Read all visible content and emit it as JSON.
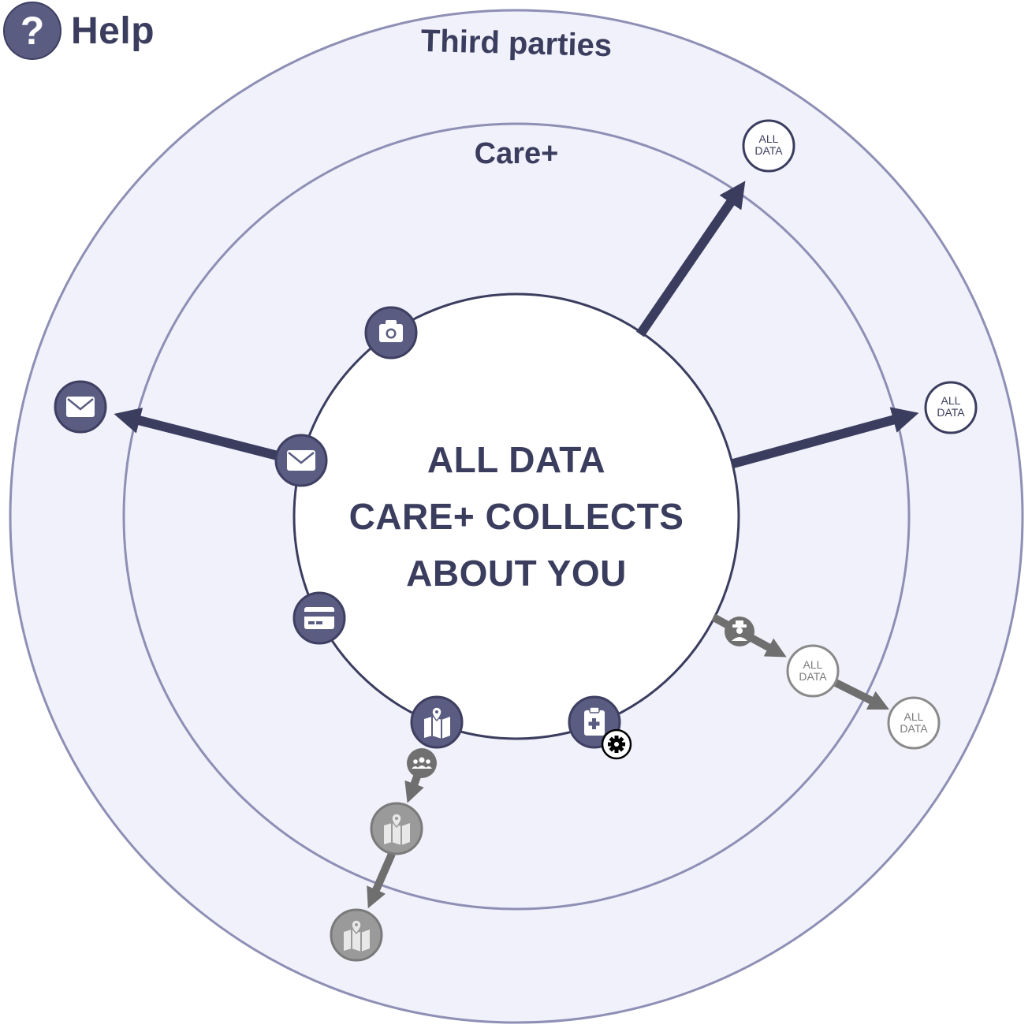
{
  "help": {
    "label": "Help",
    "icon": "question-mark-icon"
  },
  "rings": {
    "outer_label": "Third parties",
    "inner_label": "Care+"
  },
  "center": {
    "lines": [
      "ALL DATA",
      "CARE+ COLLECTS",
      "ABOUT YOU"
    ]
  },
  "nodes": {
    "all_data_top": {
      "line1": "ALL",
      "line2": "DATA"
    },
    "all_data_right": {
      "line1": "ALL",
      "line2": "DATA"
    },
    "all_data_gray_1": {
      "line1": "ALL",
      "line2": "DATA"
    },
    "all_data_gray_2": {
      "line1": "ALL",
      "line2": "DATA"
    }
  },
  "icons": [
    "camera-icon",
    "email-icon",
    "credit-card-icon",
    "map-icon",
    "medical-clipboard-icon",
    "settings-gear-icon",
    "spy-icon",
    "group-icon"
  ],
  "colors": {
    "primary": "#5a5c82",
    "dark": "#3b3d5e",
    "ring_fill": "#f1f1fb",
    "ring_stroke": "#8e8fb4",
    "gray": "#8a8a8a"
  }
}
